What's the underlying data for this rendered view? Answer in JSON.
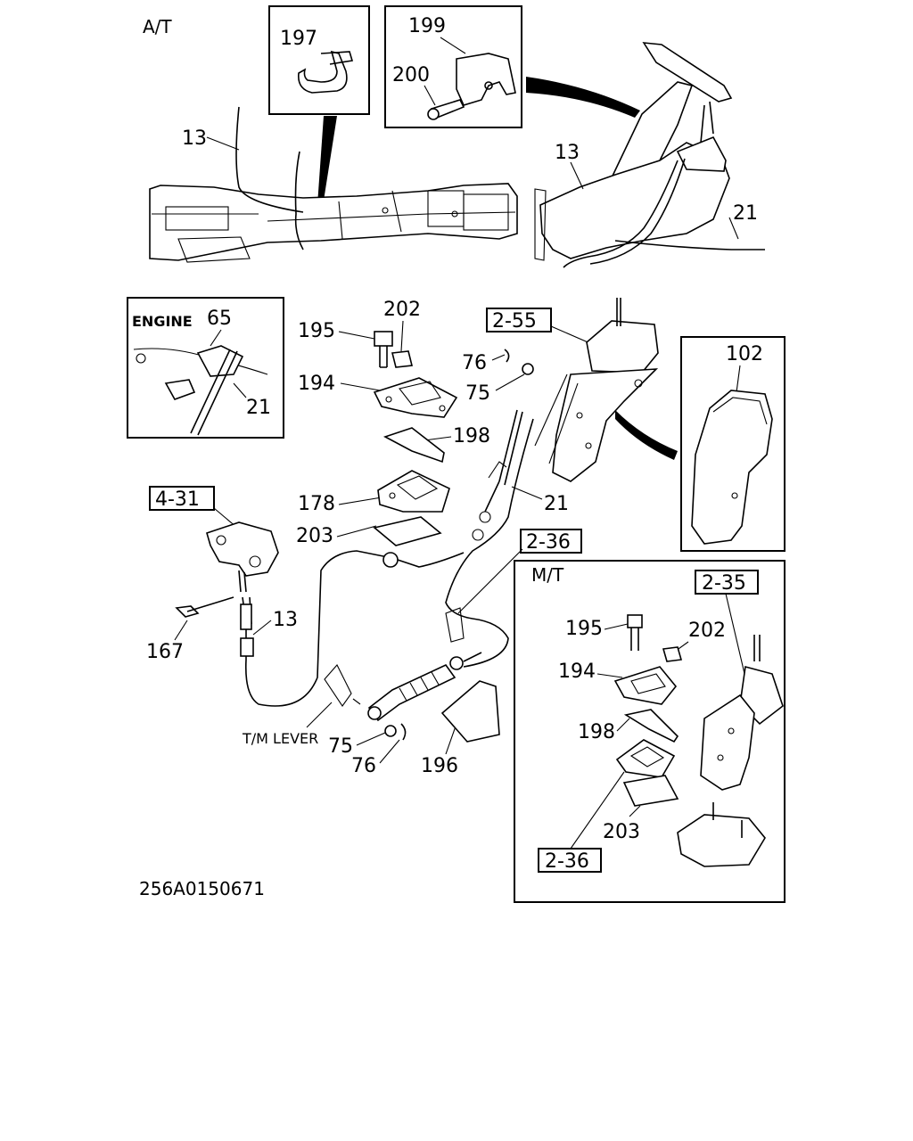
{
  "labels": {
    "at": "A/T",
    "mt": "M/T",
    "engine": "ENGINE",
    "tm_lever": "T/M LEVER",
    "drawing_number": "256A0150671"
  },
  "callouts": {
    "c197": "197",
    "c199": "199",
    "c200": "200",
    "c13_top_left": "13",
    "c13_top_right": "13",
    "c21_top_right": "21",
    "c65": "65",
    "c21_engine": "21",
    "c195": "195",
    "c202": "202",
    "c194": "194",
    "c198": "198",
    "c178": "178",
    "c203": "203",
    "c76_top": "76",
    "c75_top": "75",
    "c21_mid": "21",
    "c102": "102",
    "c13_mid": "13",
    "c167": "167",
    "c75_bottom": "75",
    "c76_bottom": "76",
    "c196": "196",
    "mt_195": "195",
    "mt_202": "202",
    "mt_194": "194",
    "mt_198": "198",
    "mt_203": "203"
  },
  "references": {
    "r2_55": "2-55",
    "r4_31": "4-31",
    "r2_36_center": "2-36",
    "r2_35": "2-35",
    "r2_36_mt": "2-36"
  }
}
